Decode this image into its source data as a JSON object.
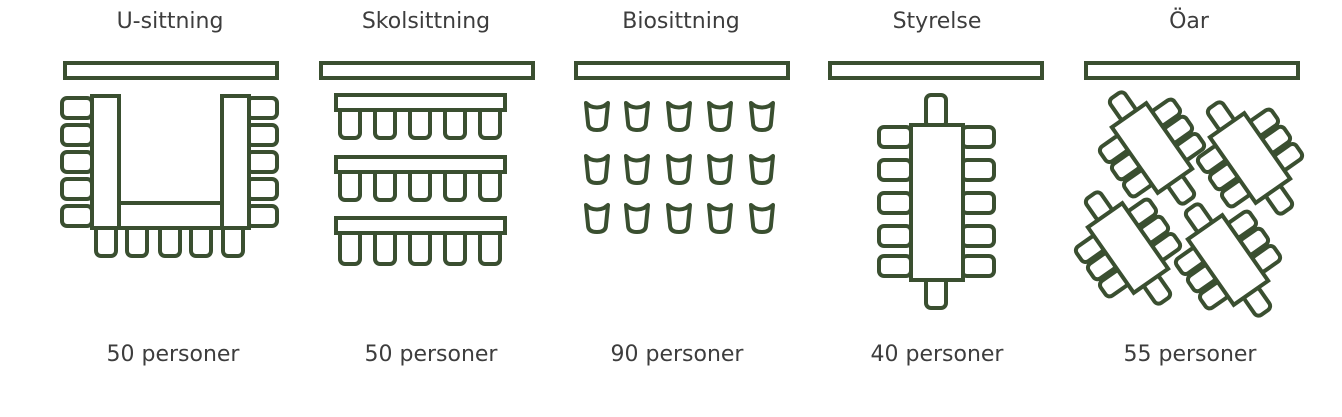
{
  "layouts": [
    {
      "title": "U-sittning",
      "capacity": "50 personer"
    },
    {
      "title": "Skolsittning",
      "capacity": "50 personer"
    },
    {
      "title": "Biosittning",
      "capacity": "90 personer"
    },
    {
      "title": "Styrelse",
      "capacity": "40 personer"
    },
    {
      "title": "Öar",
      "capacity": "55 personer"
    }
  ],
  "colors": {
    "stroke": "#3a4f30",
    "text": "#3d3d3d",
    "background": "#ffffff"
  }
}
